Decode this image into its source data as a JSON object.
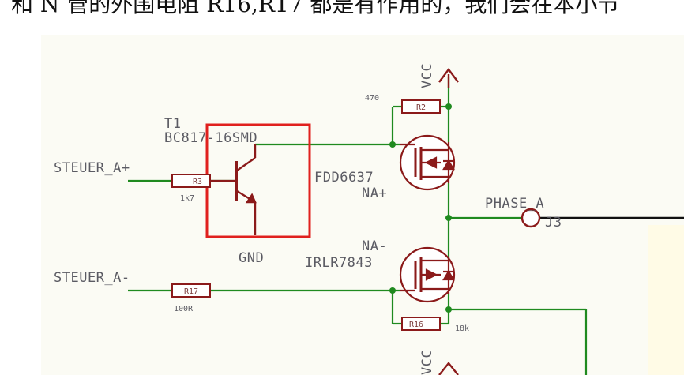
{
  "document": {
    "text": "和 N 管的外围电阻 R16,R17 都是有作用的，我们会在本小节"
  },
  "schematic": {
    "colors": {
      "wire": "#1f8a1f",
      "component": "#8b1a1a",
      "label": "#5b5b63",
      "highlight": "#e0201e",
      "resistor_fill": "#ffffff",
      "panel": "#fbfbf4"
    },
    "labels": {
      "t1_ref": "T1",
      "t1_part": "BC817-16SMD",
      "steuer_a_plus": "STEUER_A+",
      "steuer_a_minus": "STEUER_A-",
      "gnd": "GND",
      "vcc_top": "VCC",
      "vcc_bottom": "VCC",
      "fdd_part": "FDD6637",
      "na_plus": "NA+",
      "na_minus": "NA-",
      "irlr_part": "IRLR7843",
      "phase_a": "PHASE_A",
      "j3": "J3",
      "r2_value": "470",
      "r3_value": "1k7",
      "r17_value": "100R",
      "r16_value": "18k"
    },
    "resistors": {
      "r2": "R2",
      "r3": "R3",
      "r17": "R17",
      "r16": "R16"
    }
  }
}
